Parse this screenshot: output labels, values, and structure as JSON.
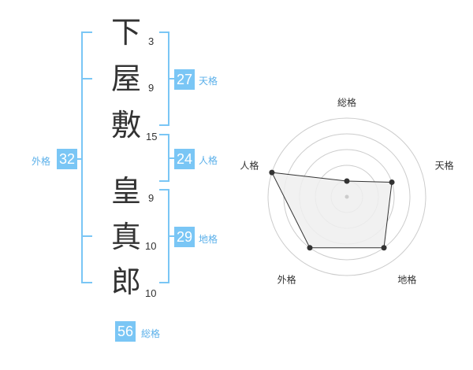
{
  "name": {
    "surname": [
      {
        "char": "下",
        "strokes": "3"
      },
      {
        "char": "屋",
        "strokes": "9"
      },
      {
        "char": "敷",
        "strokes": "15"
      }
    ],
    "given": [
      {
        "char": "皇",
        "strokes": "9"
      },
      {
        "char": "真",
        "strokes": "10"
      },
      {
        "char": "郎",
        "strokes": "10"
      }
    ]
  },
  "fortunes": {
    "tenkaku": {
      "value": "27",
      "label": "天格"
    },
    "jinkaku": {
      "value": "24",
      "label": "人格"
    },
    "chikaku": {
      "value": "29",
      "label": "地格"
    },
    "gaikaku": {
      "value": "32",
      "label": "外格"
    },
    "soukaku": {
      "value": "56",
      "label": "総格"
    }
  },
  "colors": {
    "accent": "#7ac6f5",
    "accent_text": "#5bb0ea",
    "text": "#333333",
    "grid": "#cccccc",
    "fill": "#eeeeee"
  },
  "chart_data": {
    "type": "radar",
    "axes": [
      "総格",
      "天格",
      "地格",
      "外格",
      "人格"
    ],
    "values": [
      1,
      3,
      4,
      4,
      5
    ],
    "max": 5,
    "rings": 5
  }
}
